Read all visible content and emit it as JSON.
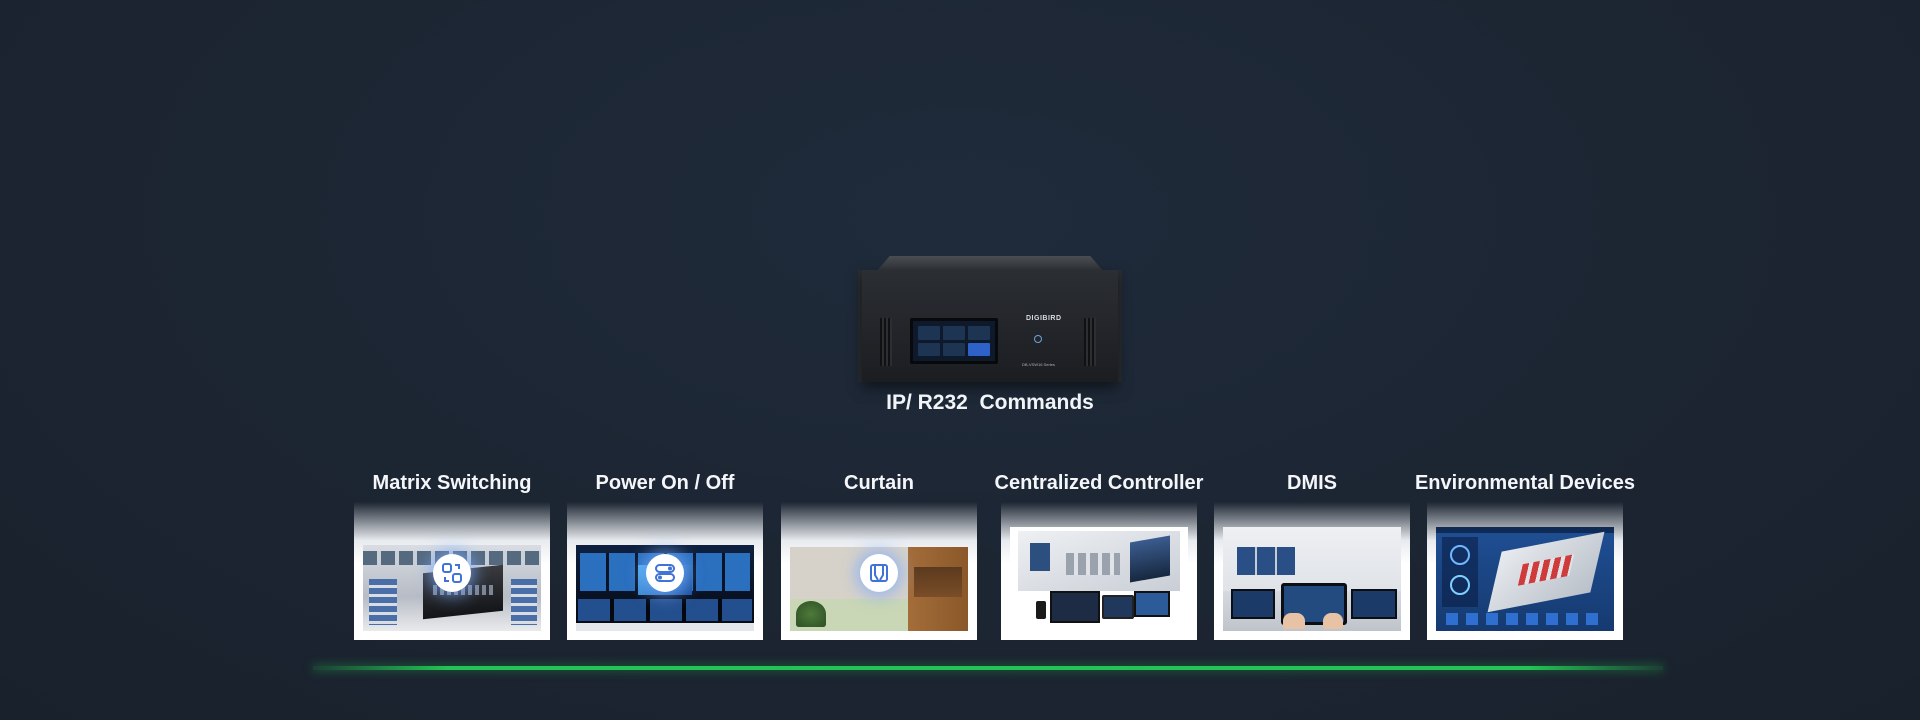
{
  "hero": {
    "caption": "IP/ R232  Commands",
    "device_brand": "DIGIBIRD",
    "device_model": "DB-VSW16 Series"
  },
  "tiles": [
    {
      "label": "Matrix Switching",
      "icon": "swap-arrows-icon"
    },
    {
      "label": "Power On / Off",
      "icon": "toggle-switch-icon"
    },
    {
      "label": "Curtain",
      "icon": "curtain-icon"
    },
    {
      "label": "Centralized Controller",
      "icon": ""
    },
    {
      "label": "DMIS",
      "icon": ""
    },
    {
      "label": "Environmental Devices",
      "icon": ""
    }
  ],
  "colors": {
    "background": "#1c2532",
    "accent_line": "#22c553",
    "badge_glow": "#78aaff"
  }
}
